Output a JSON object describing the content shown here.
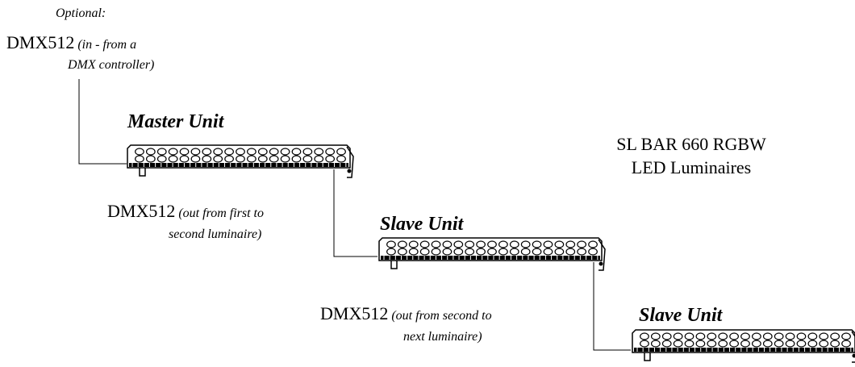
{
  "input_note": {
    "optional_label": "Optional:",
    "dmx_label": "DMX512",
    "detail_line1": "(in - from a",
    "detail_line2": "DMX controller)"
  },
  "units": [
    {
      "label": "Master Unit"
    },
    {
      "label": "Slave Unit"
    },
    {
      "label": "Slave Unit"
    }
  ],
  "link1": {
    "dmx_label": "DMX512",
    "detail_line1": "(out from first to",
    "detail_line2": "second luminaire)"
  },
  "link2": {
    "dmx_label": "DMX512",
    "detail_line1": "(out from second to",
    "detail_line2": "next luminaire)"
  },
  "product": {
    "line1": "SL BAR 660 RGBW",
    "line2": "LED Luminaires"
  }
}
